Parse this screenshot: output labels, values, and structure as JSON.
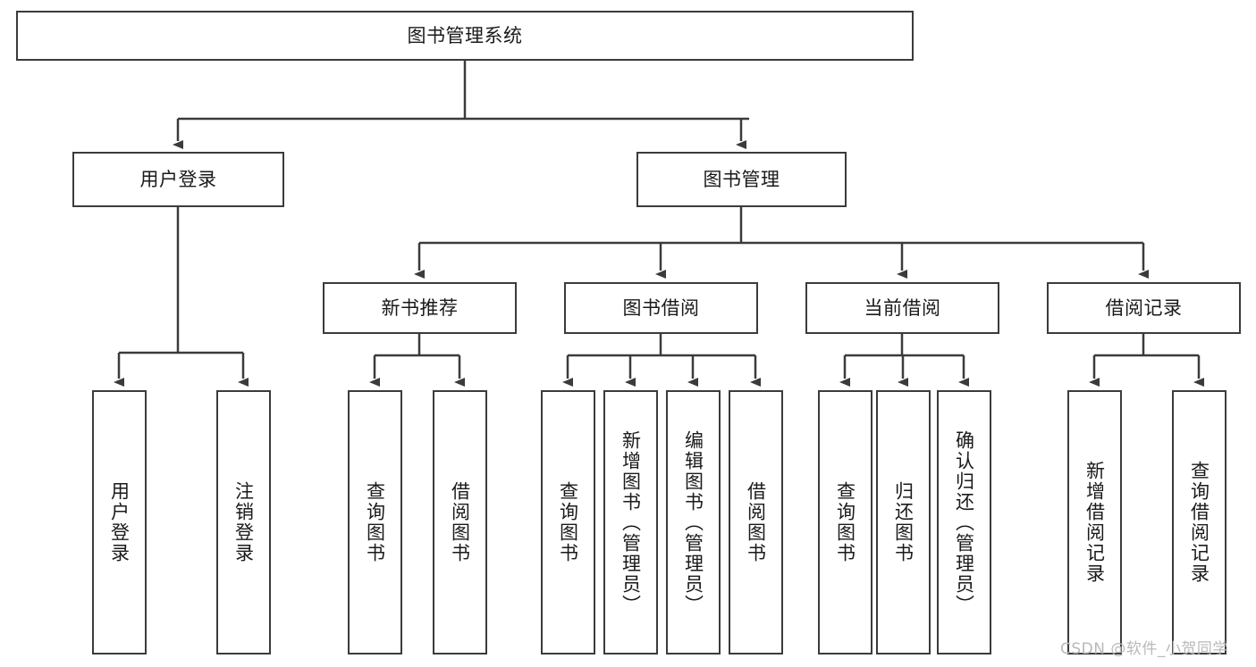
{
  "diagram": {
    "title": "图书管理系统",
    "type": "hierarchy-tree",
    "root": {
      "id": "root",
      "label": "图书管理系统",
      "orientation": "horizontal"
    },
    "level2": [
      {
        "id": "user-login",
        "label": "用户登录",
        "orientation": "horizontal"
      },
      {
        "id": "book-manage",
        "label": "图书管理",
        "orientation": "horizontal"
      }
    ],
    "level3": [
      {
        "id": "new-book-recommend",
        "label": "新书推荐",
        "orientation": "horizontal",
        "parent": "book-manage"
      },
      {
        "id": "book-borrow",
        "label": "图书借阅",
        "orientation": "horizontal",
        "parent": "book-manage"
      },
      {
        "id": "current-borrow",
        "label": "当前借阅",
        "orientation": "horizontal",
        "parent": "book-manage"
      },
      {
        "id": "borrow-record",
        "label": "借阅记录",
        "orientation": "horizontal",
        "parent": "book-manage"
      }
    ],
    "leaves": [
      {
        "id": "leaf-user-login",
        "label": "用户登录",
        "orientation": "vertical",
        "parent": "user-login"
      },
      {
        "id": "leaf-logout",
        "label": "注销登录",
        "orientation": "vertical",
        "parent": "user-login"
      },
      {
        "id": "leaf-query-book-1",
        "label": "查询图书",
        "orientation": "vertical",
        "parent": "new-book-recommend"
      },
      {
        "id": "leaf-borrow-book-1",
        "label": "借阅图书",
        "orientation": "vertical",
        "parent": "new-book-recommend"
      },
      {
        "id": "leaf-query-book-2",
        "label": "查询图书",
        "orientation": "vertical",
        "parent": "book-borrow"
      },
      {
        "id": "leaf-add-book",
        "label": "新增图书（管理员）",
        "orientation": "vertical",
        "parent": "book-borrow"
      },
      {
        "id": "leaf-edit-book",
        "label": "编辑图书（管理员）",
        "orientation": "vertical",
        "parent": "book-borrow"
      },
      {
        "id": "leaf-borrow-book-2",
        "label": "借阅图书",
        "orientation": "vertical",
        "parent": "book-borrow"
      },
      {
        "id": "leaf-query-book-3",
        "label": "查询图书",
        "orientation": "vertical",
        "parent": "current-borrow"
      },
      {
        "id": "leaf-return-book",
        "label": "归还图书",
        "orientation": "vertical",
        "parent": "current-borrow"
      },
      {
        "id": "leaf-confirm-return",
        "label": "确认归还（管理员）",
        "orientation": "vertical",
        "parent": "current-borrow"
      },
      {
        "id": "leaf-add-record",
        "label": "新增借阅记录",
        "orientation": "vertical",
        "parent": "borrow-record"
      },
      {
        "id": "leaf-query-record",
        "label": "查询借阅记录",
        "orientation": "vertical",
        "parent": "borrow-record"
      }
    ],
    "watermark": "CSDN @软件_小贺同学",
    "colors": {
      "stroke": "#3b3b3b",
      "text": "#1a1a1a",
      "background": "#ffffff",
      "watermark": "#b9b9b9"
    }
  }
}
